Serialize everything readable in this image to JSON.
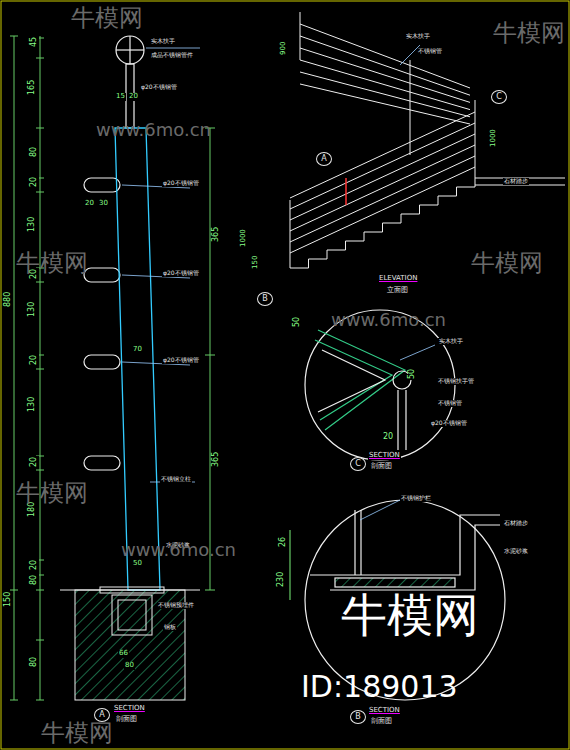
{
  "diagram": {
    "labels": [
      "880",
      "150",
      "45",
      "165",
      "80",
      "20",
      "130",
      "20",
      "130",
      "20",
      "130",
      "20",
      "180",
      "20",
      "80",
      "80",
      "15",
      "20",
      "20",
      "30",
      "70",
      "50",
      "66",
      "80",
      "365",
      "365",
      "实木扶手",
      "成品不锈钢管件",
      "φ20不锈钢管",
      "φ20不锈钢管",
      "φ20不锈钢管",
      "φ20不锈钢管",
      "不锈钢立柱",
      "水泥砂浆",
      "不锈钢预埋件",
      "钢板",
      "A",
      "SECTION",
      "剖面图",
      "实木扶手",
      "不锈钢管",
      "C",
      "1000",
      "石材踏步",
      "A",
      "1000",
      "150",
      "900",
      "B",
      "ELEVATION",
      "立面图",
      "50",
      "50",
      "20",
      "实木扶手",
      "不锈钢扶手管",
      "不锈钢管",
      "φ20不锈钢管",
      "C",
      "SECTION",
      "剖面图",
      "不锈钢护栏",
      "石材踏步",
      "水泥砂浆",
      "26",
      "230",
      "B",
      "SECTION",
      "剖面图",
      "牛模网",
      "牛模网",
      "牛模网",
      "牛模网",
      "牛模网",
      "牛模网",
      "www.6mo.cn",
      "www.6mo.cn",
      "www.6mo.cn",
      "牛模网",
      "ID:189013"
    ]
  }
}
